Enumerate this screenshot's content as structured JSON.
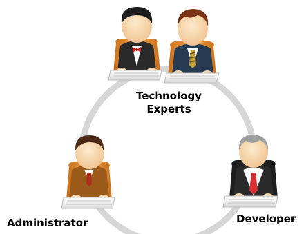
{
  "diagram": {
    "labels": {
      "technology_experts_line1": "Technology",
      "technology_experts_line2": "Experts",
      "administrator": "Administrator",
      "developer": "Developer"
    },
    "colors": {
      "ring": "#d6d6d6",
      "skin": "#f9dcb4",
      "chair": "#e48a2e",
      "keyboard": "#eeeeee"
    }
  }
}
